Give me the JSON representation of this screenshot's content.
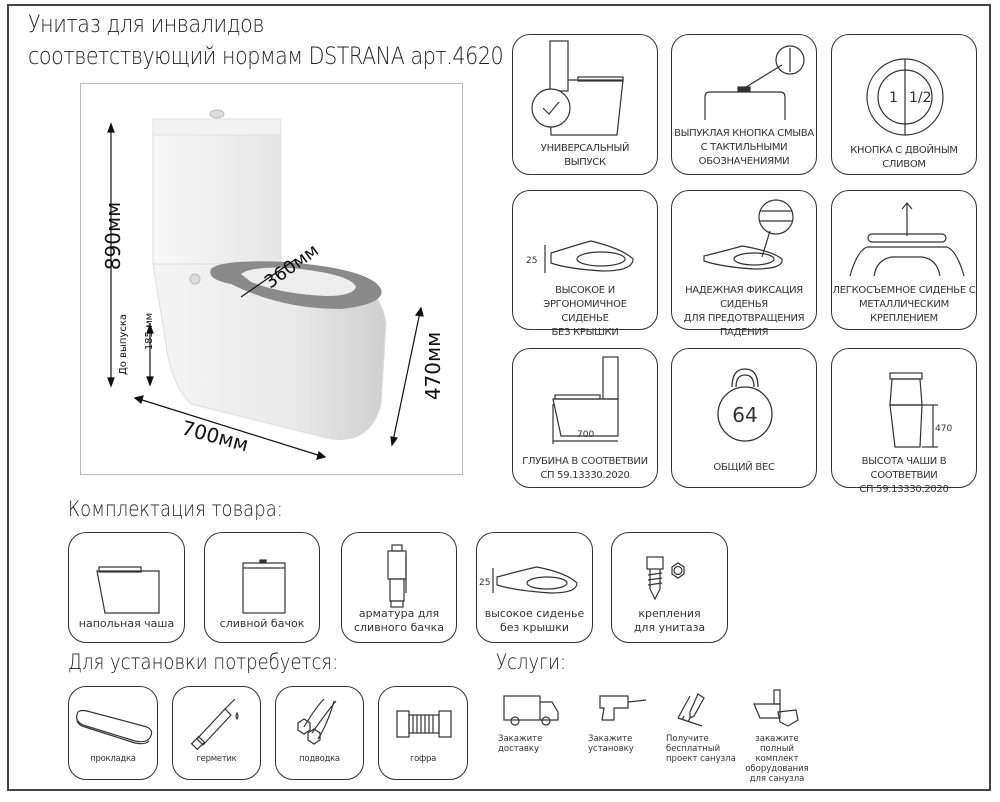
{
  "title": {
    "line1": "Унитаз для инвалидов",
    "line2": "соответствующий нормам DSTRANA арт.4620"
  },
  "product_image": {
    "dimensions": {
      "height": "890мм",
      "outlet_label": "До выпуска",
      "outlet_height": "185 мм",
      "seat_width": "360мм",
      "bowl_height": "470мм",
      "depth": "700мм"
    }
  },
  "features": [
    {
      "icon": "universal-outlet-icon",
      "label_lines": [
        "УНИВЕРСАЛЬНЫЙ",
        "ВЫПУСК"
      ]
    },
    {
      "icon": "tactile-flush-button-icon",
      "label_lines": [
        "ВЫПУКЛАЯ КНОПКА СМЫВА",
        "С ТАКТИЛЬНЫМИ",
        "ОБОЗНАЧЕНИЯМИ"
      ]
    },
    {
      "icon": "dual-flush-button-icon",
      "label_lines": [
        "КНОПКА С ДВОЙНЫМ СЛИВОМ"
      ],
      "button_left": "1",
      "button_right": "1/2"
    },
    {
      "icon": "high-seat-icon",
      "label_lines": [
        "ВЫСОКОЕ И ЭРГОНОМИЧНОЕ",
        "СИДЕНЬЕ",
        "БЕЗ КРЫШКИ"
      ],
      "dimension": "25"
    },
    {
      "icon": "seat-fixation-icon",
      "label_lines": [
        "НАДЕЖНАЯ ФИКСАЦИЯ СИДЕНЬЯ",
        "ДЛЯ ПРЕДОТВРАЩЕНИЯ",
        "ПАДЕНИЯ"
      ]
    },
    {
      "icon": "removable-seat-icon",
      "label_lines": [
        "ЛЕГКОСЪЕМНОЕ СИДЕНЬЕ С",
        "МЕТАЛЛИЧЕСКИМ",
        "КРЕПЛЕНИЕМ"
      ]
    },
    {
      "icon": "depth-icon",
      "label_lines": [
        "ГЛУБИНА В СООТВЕТВИИ",
        "СП 59.13330.2020"
      ],
      "dimension": "700"
    },
    {
      "icon": "weight-icon",
      "label_lines": [
        "ОБЩИЙ ВЕС"
      ],
      "value": "64"
    },
    {
      "icon": "bowl-height-icon",
      "label_lines": [
        "ВЫСОТА ЧАШИ В СООТВЕТВИИ",
        "СП 59.13330.2020"
      ],
      "dimension": "470"
    }
  ],
  "kit": {
    "heading": "Комплектация товара:",
    "items": [
      {
        "icon": "floor-bowl-icon",
        "label_lines": [
          "напольная чаша"
        ]
      },
      {
        "icon": "cistern-icon",
        "label_lines": [
          "сливной бачок"
        ]
      },
      {
        "icon": "flush-mechanism-icon",
        "label_lines": [
          "арматура для",
          "сливного бачка"
        ]
      },
      {
        "icon": "seat-icon",
        "label_lines": [
          "высокое сиденье",
          "без крышки"
        ],
        "dimension": "25"
      },
      {
        "icon": "bolt-nut-icon",
        "label_lines": [
          "крепления",
          "для унитаза"
        ]
      }
    ]
  },
  "install": {
    "heading": "Для установки потребуется:",
    "items": [
      {
        "icon": "gasket-icon",
        "label": "прокладка"
      },
      {
        "icon": "sealant-icon",
        "label": "герметик"
      },
      {
        "icon": "hose-icon",
        "label": "подводка"
      },
      {
        "icon": "corrugated-pipe-icon",
        "label": "гофра"
      }
    ]
  },
  "services": {
    "heading": "Услуги:",
    "items": [
      {
        "icon": "truck-icon",
        "label_lines": [
          "Закажите",
          "доставку"
        ]
      },
      {
        "icon": "drill-icon",
        "label_lines": [
          "Закажите",
          "установку"
        ]
      },
      {
        "icon": "design-project-icon",
        "label_lines": [
          "Получите",
          "бесплатный",
          "проект санузла"
        ]
      },
      {
        "icon": "bathroom-set-icon",
        "label_lines": [
          "закажите полный",
          "комплект",
          "оборудования",
          "для санузла"
        ]
      }
    ]
  }
}
